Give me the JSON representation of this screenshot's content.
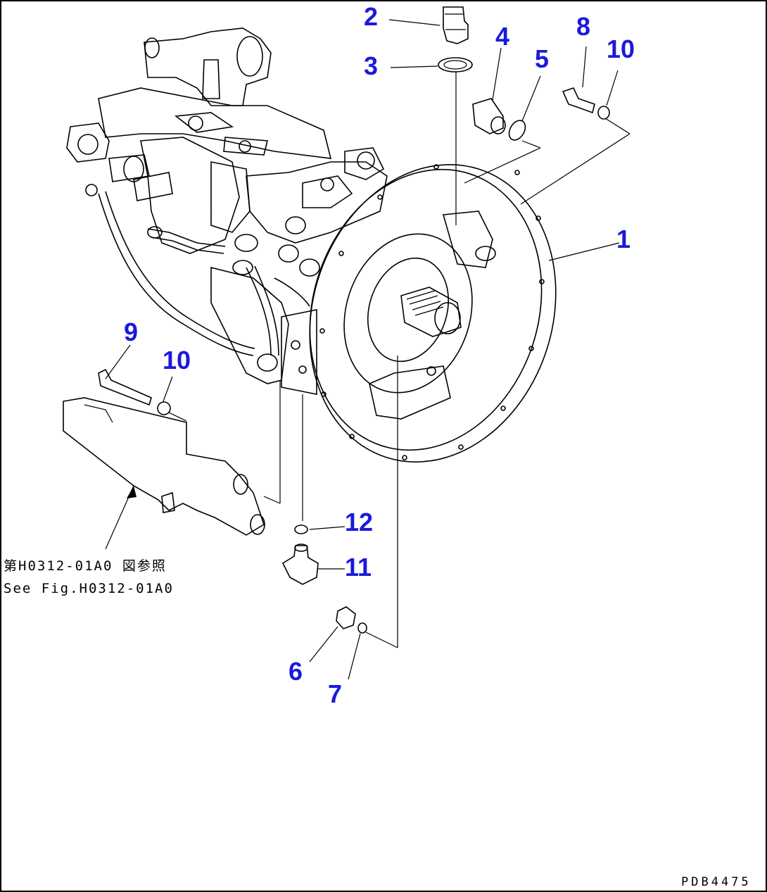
{
  "callouts": {
    "c1": "1",
    "c2": "2",
    "c3": "3",
    "c4": "4",
    "c5": "5",
    "c6": "6",
    "c7": "7",
    "c8": "8",
    "c9": "9",
    "c10a": "10",
    "c10b": "10",
    "c11": "11",
    "c12": "12"
  },
  "reference": {
    "japanese": "第H0312-01A0 図参照",
    "english": "See Fig.H0312-01A0"
  },
  "drawing_id": "PDB4475",
  "colors": {
    "callout": "#1a1adc",
    "line": "#000000",
    "background": "#ffffff"
  }
}
